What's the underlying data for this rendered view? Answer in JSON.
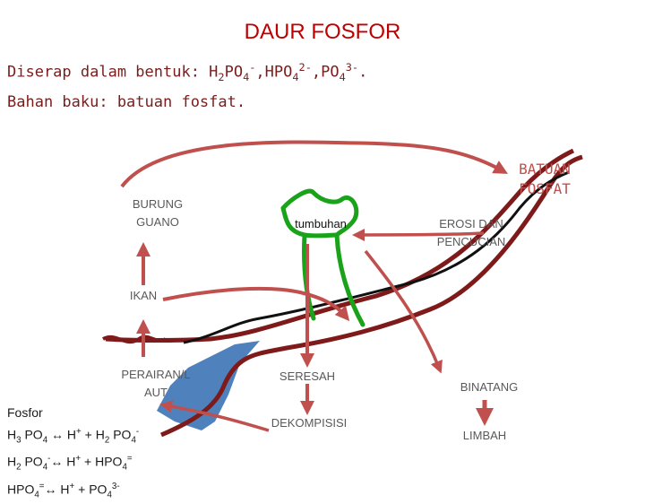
{
  "title": "DAUR FOSFOR",
  "line1": {
    "prefix": "Diserap dalam bentuk: H",
    "s1": "2",
    "p2": "PO",
    "s2": "4",
    "sup1": "-",
    "p3": ",HPO",
    "s3": "4",
    "sup2": "2-",
    "p4": ",PO",
    "s4": "4",
    "sup3": "3-",
    "p5": "."
  },
  "line2": "Bahan baku: batuan fosfat.",
  "nodes": {
    "batuan_l1": "BATUAN",
    "batuan_l2": "FOSFAT",
    "burung_l1": "BURUNG",
    "burung_l2": "GUANO",
    "tumbuhan": "tumbuhan",
    "erosi_l1": "EROSI DAN",
    "erosi_l2": "PENCUCIAN",
    "ikan": "IKAN",
    "perairan_l1": "PERAIRAN/L",
    "perairan_l2": "AUT",
    "seresah": "SERESAH",
    "binatang": "BINATANG",
    "dekomposisi": "DEKOMPISISI",
    "limbah": "LIMBAH"
  },
  "equations": {
    "heading": "Fosfor",
    "eq1": {
      "a": "H",
      "a_sub": "3",
      "b": " PO",
      "b_sub": "4",
      "c": " ↔ H",
      "c_sup": "+",
      "d": " + H",
      "d_sub": "2",
      "e": " PO",
      "e_sub": "4",
      "e_sup": "-"
    },
    "eq2": {
      "a": "H",
      "a_sub": "2",
      "b": " PO",
      "b_sub": "4",
      "b_sup": "-",
      "c": "↔ H",
      "c_sup": "+",
      "d": " + HPO",
      "d_sub": "4",
      "d_sup": "="
    },
    "eq3": {
      "a": "HPO",
      "a_sub": "4",
      "a_sup": "=",
      "c": "↔ H",
      "c_sup": "+",
      "d": " + PO",
      "d_sub": "4",
      "d_sup": "3-"
    }
  },
  "colors": {
    "title": "#c00000",
    "arrow": "#c0504d",
    "rock": "#7f1a1a",
    "plant": "#1aa31a",
    "water": "#4f81bd"
  }
}
